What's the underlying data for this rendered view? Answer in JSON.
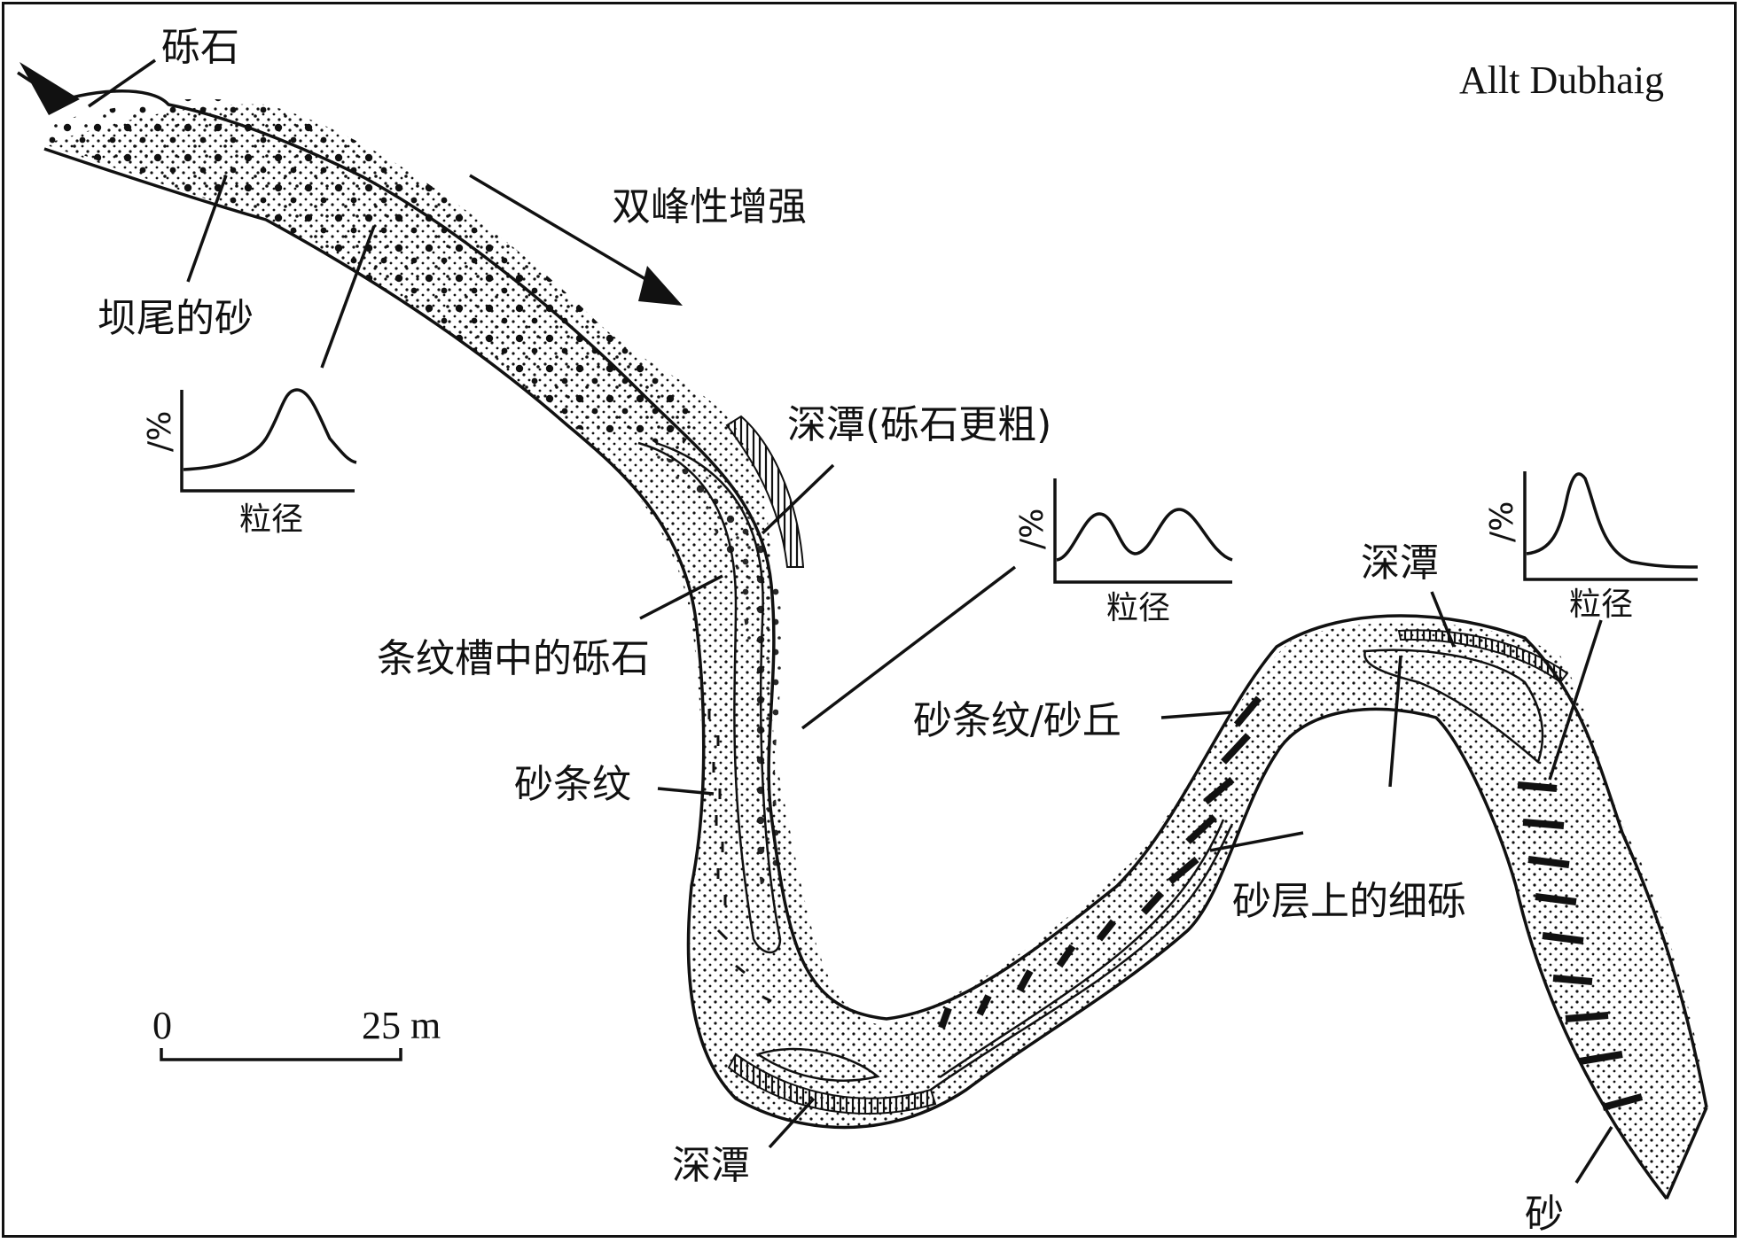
{
  "title": "Allt Dubhaig",
  "labels": {
    "gravel": "砾石",
    "bimodal": "双峰性增强",
    "bar_tail_sand": "坝尾的砂",
    "pool_coarse": "深潭(砾石更粗)",
    "gravel_in_ribbon": "条纹槽中的砾石",
    "sand_ribbon": "砂条纹",
    "ribbon_dune": "砂条纹/砂丘",
    "pool_right": "深潭",
    "pool_bottom": "深潭",
    "fine_gravel": "砂层上的细砾",
    "sand": "砂"
  },
  "graphs": [
    {
      "ylabel": "/%",
      "xlabel": "粒径",
      "shape": "unimodal-skewed"
    },
    {
      "ylabel": "/%",
      "xlabel": "粒径",
      "shape": "bimodal"
    },
    {
      "ylabel": "/%",
      "xlabel": "粒径",
      "shape": "unimodal-narrow"
    }
  ],
  "scale": {
    "start": "0",
    "end": "25 m"
  },
  "colors": {
    "ink": "#111111",
    "background": "#ffffff"
  }
}
